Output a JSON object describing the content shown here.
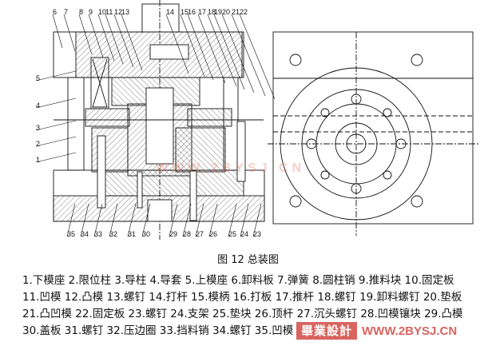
{
  "drawing": {
    "top_labels": [
      "6",
      "7",
      "8",
      "9",
      "10",
      "11",
      "12",
      "13",
      "14",
      "15",
      "16",
      "17",
      "18",
      "19",
      "20",
      "21",
      "22"
    ],
    "left_labels": [
      "5",
      "4",
      "3",
      "2",
      "1"
    ],
    "bottom_labels": [
      "35",
      "34",
      "33",
      "32",
      "31",
      "30",
      "29",
      "28",
      "27",
      "26",
      "25",
      "24",
      "23"
    ],
    "watermark_center": "WWW.2BYSJ.CN"
  },
  "caption": "图 12 总装图",
  "legend_lines": [
    "1.下模座 2.限位柱 3.导柱 4.导套 5.上模座 6.卸料板 7.弹簧 8.圆柱销 9.推料块 10.固定板",
    "11.凹模 12.凸模 13.螺钉 14.打杆 15.模柄 16.打板 17.推杆 18.螺钉 19.卸料螺钉 20.垫板",
    "21.凸凹模 22.固定板 23.螺钉 24.支架 25.垫块 26.顶杆 27.沉头螺钉 28.凹模镶块 29.凸模",
    "30.盖板 31.螺钉 32.压边圈 33.挡料销 34.螺钉 35.凹模"
  ],
  "watermark": {
    "badge": "畢業設計",
    "url": "WWW.2BYSJ.CN",
    "color": "#d9645f"
  }
}
